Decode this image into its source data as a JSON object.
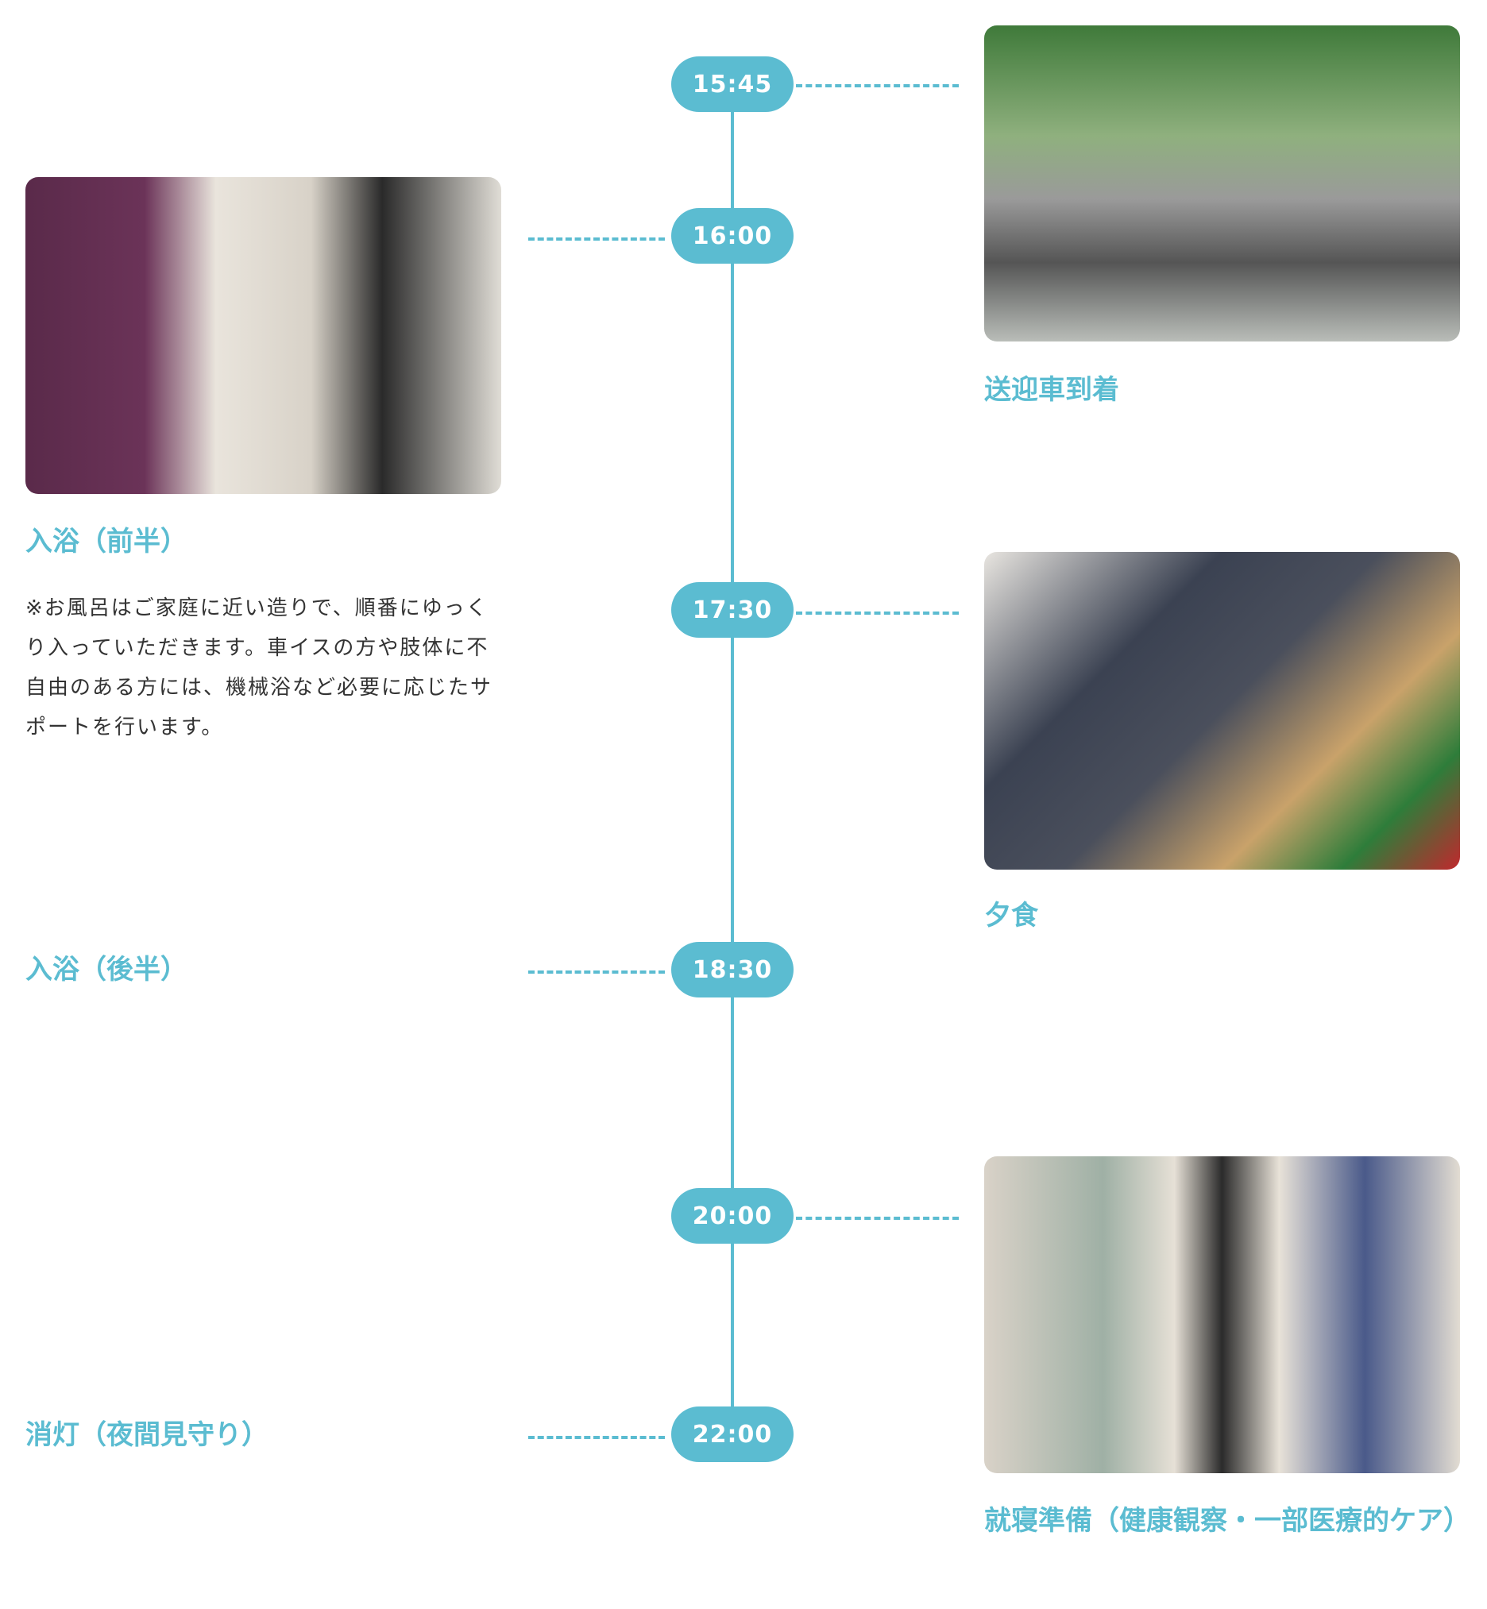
{
  "accent_color": "#5bbcd1",
  "timeline": [
    {
      "time": "15:45",
      "side": "right",
      "title": "送迎車到着",
      "photo": "pickup-van-arrival-photo"
    },
    {
      "time": "16:00",
      "side": "left",
      "title": "入浴（前半）",
      "description": "※お風呂はご家庭に近い造りで、順番にゆっくり入っていただきます。車イスの方や肢体に不自由のある方には、機械浴など必要に応じたサポートを行います。",
      "photo": "bathing-hair-dry-photo"
    },
    {
      "time": "17:30",
      "side": "right",
      "title": "夕食",
      "photo": "dinner-photo"
    },
    {
      "time": "18:30",
      "side": "left",
      "title": "入浴（後半）"
    },
    {
      "time": "20:00",
      "side": "right",
      "title": "就寝準備（健康観察・一部医療的ケア）",
      "photo": "bedtime-prep-photo"
    },
    {
      "time": "22:00",
      "side": "left",
      "title": "消灯（夜間見守り）"
    }
  ]
}
